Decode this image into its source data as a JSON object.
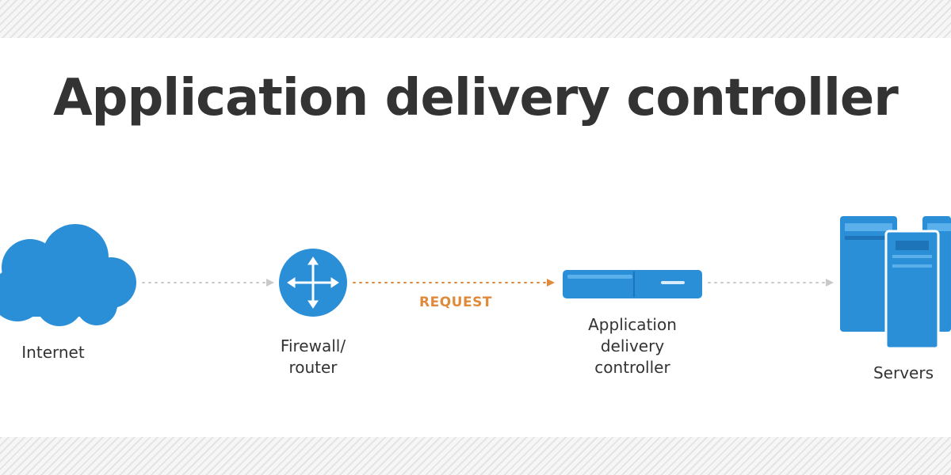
{
  "title": "Application delivery controller",
  "nodes": {
    "internet": {
      "label": "Internet"
    },
    "firewall": {
      "label_line1": "Firewall/",
      "label_line2": "router"
    },
    "adc": {
      "label_line1": "Application",
      "label_line2": "delivery",
      "label_line3": "controller"
    },
    "servers": {
      "label": "Servers"
    }
  },
  "links": {
    "request": {
      "label": "REQUEST"
    }
  },
  "colors": {
    "node_blue": "#2b8fd8",
    "node_light_blue": "#5ab0ea",
    "request_orange": "#e08a3c",
    "connector_gray": "#c9c9c9",
    "title_text": "#333333"
  },
  "icons": {
    "internet": "cloud-icon",
    "firewall": "router-icon",
    "adc": "appliance-icon",
    "servers": "server-rack-icon"
  }
}
